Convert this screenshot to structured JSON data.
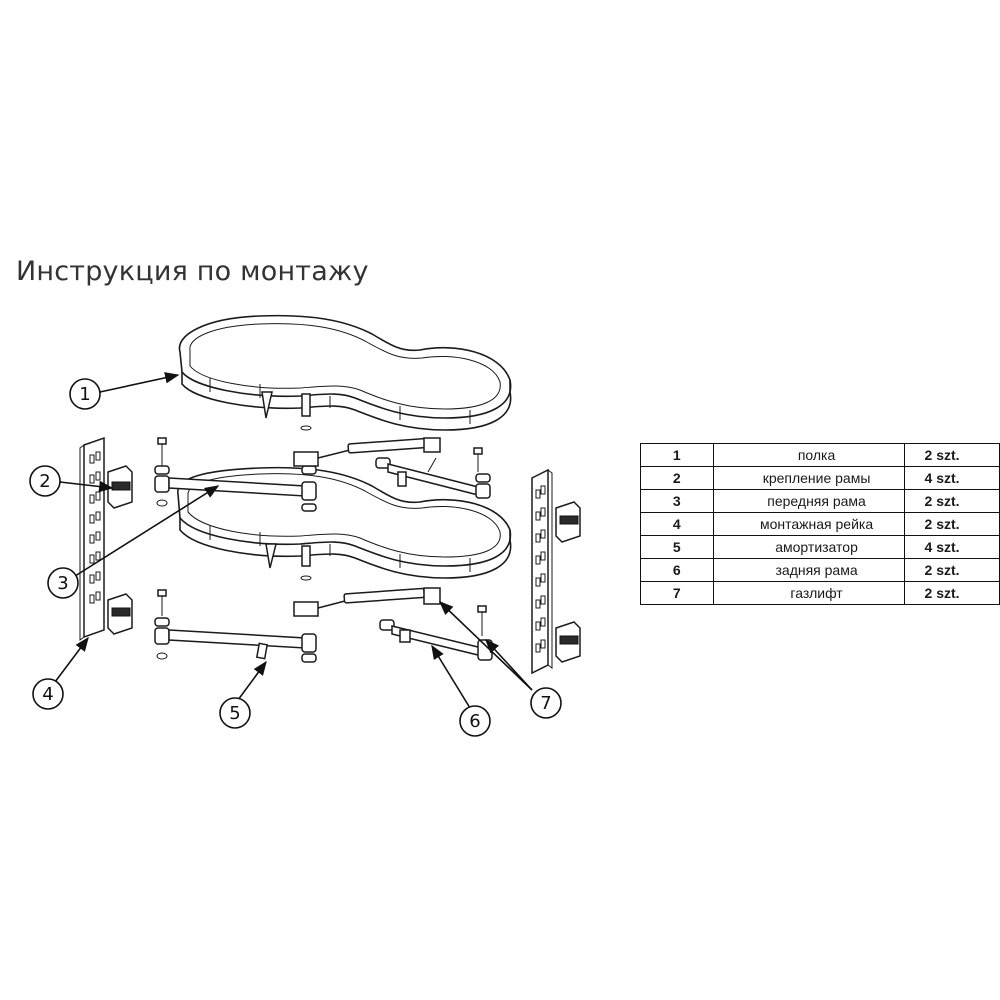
{
  "title": "Инструкция по монтажу",
  "callouts": [
    "1",
    "2",
    "3",
    "4",
    "5",
    "6",
    "7"
  ],
  "parts": [
    {
      "num": "1",
      "name": "полка",
      "qty": "2 szt."
    },
    {
      "num": "2",
      "name": "крепление рамы",
      "qty": "4 szt."
    },
    {
      "num": "3",
      "name": "передняя рама",
      "qty": "2 szt."
    },
    {
      "num": "4",
      "name": "монтажная рейка",
      "qty": "2 szt."
    },
    {
      "num": "5",
      "name": "амортизатор",
      "qty": "4 szt."
    },
    {
      "num": "6",
      "name": "задняя рама",
      "qty": "2 szt."
    },
    {
      "num": "7",
      "name": "газлифт",
      "qty": "2 szt."
    }
  ]
}
